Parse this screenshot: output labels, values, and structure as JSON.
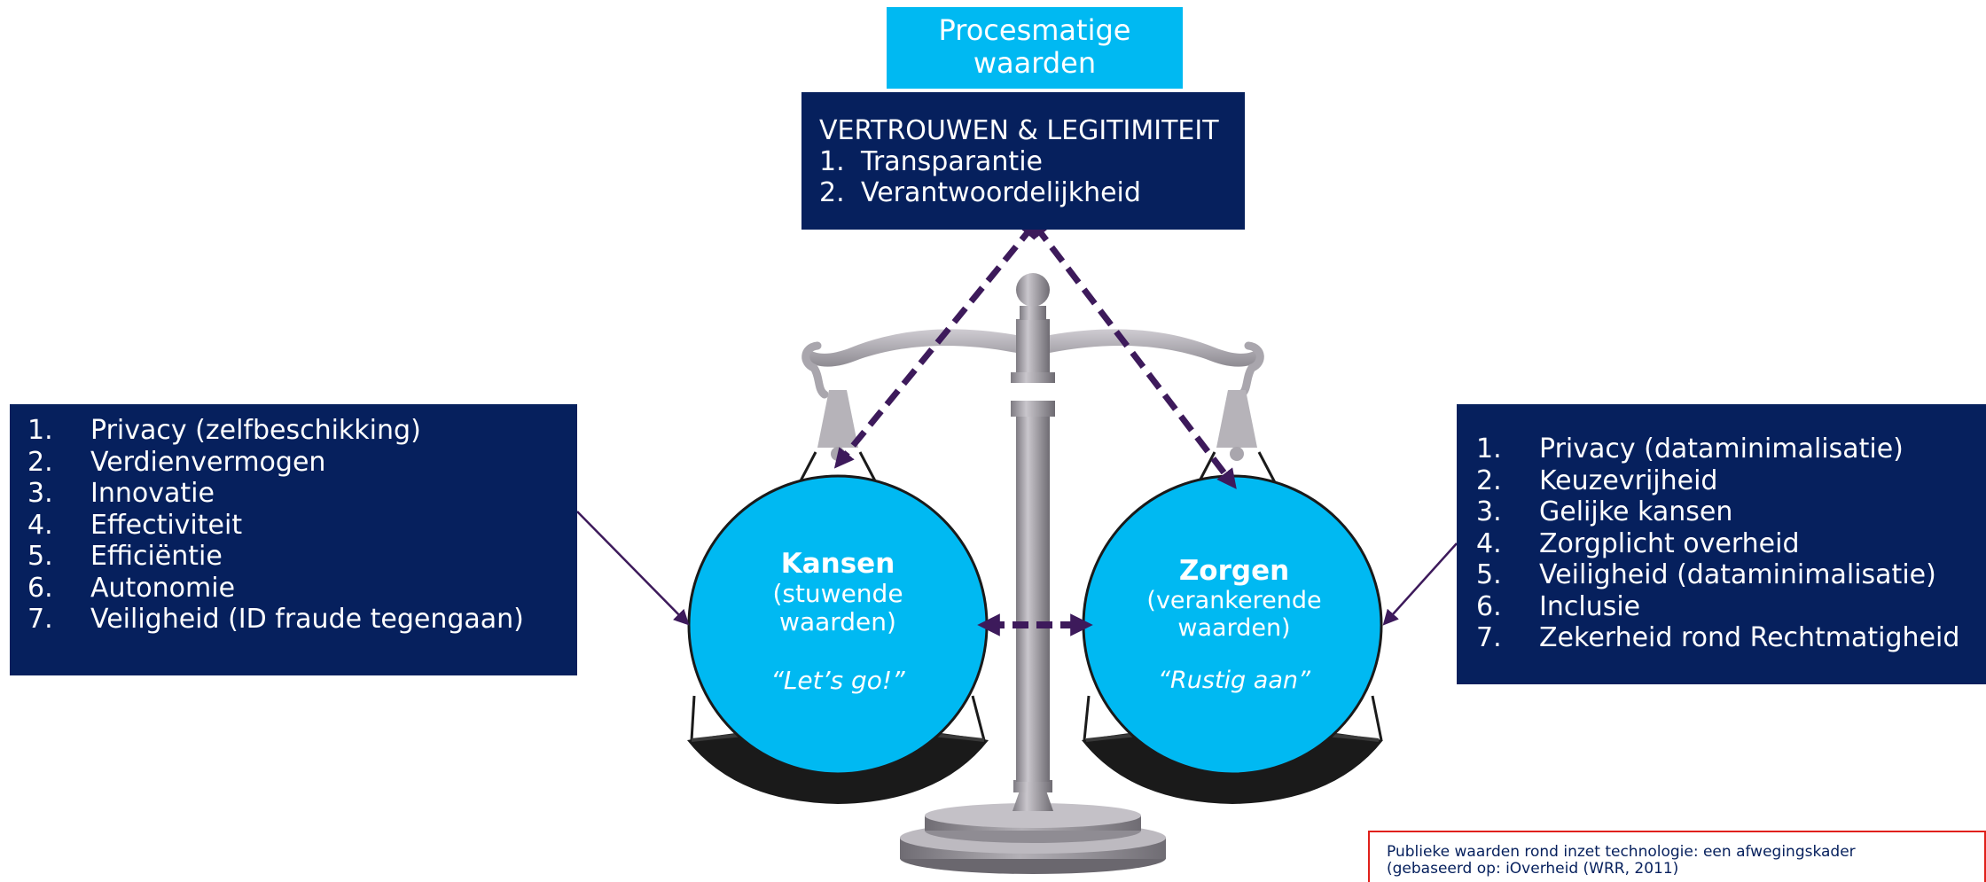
{
  "process_header": {
    "line1": "Procesmatige",
    "line2": "waarden"
  },
  "trust_box": {
    "title": "VERTROUWEN & LEGITIMITEIT",
    "items": [
      {
        "num": "1.",
        "label": "Transparantie"
      },
      {
        "num": "2.",
        "label": "Verantwoordelijkheid"
      }
    ]
  },
  "left_values": {
    "items": [
      {
        "num": "1.",
        "label": "Privacy (zelfbeschikking)"
      },
      {
        "num": "2.",
        "label": "Verdienvermogen"
      },
      {
        "num": "3.",
        "label": "Innovatie"
      },
      {
        "num": "4.",
        "label": "Effectiviteit"
      },
      {
        "num": "5.",
        "label": "Efficiëntie"
      },
      {
        "num": "6.",
        "label": "Autonomie"
      },
      {
        "num": "7.",
        "label": "Veiligheid (ID fraude tegengaan)"
      }
    ]
  },
  "right_values": {
    "items": [
      {
        "num": "1.",
        "label": "Privacy (dataminimalisatie)"
      },
      {
        "num": "2.",
        "label": "Keuzevrijheid"
      },
      {
        "num": "3.",
        "label": "Gelijke kansen"
      },
      {
        "num": "4.",
        "label": "Zorgplicht overheid"
      },
      {
        "num": "5.",
        "label": "Veiligheid (dataminimalisatie)"
      },
      {
        "num": "6.",
        "label": "Inclusie"
      },
      {
        "num": "7.",
        "label": "Zekerheid rond Rechtmatigheid"
      }
    ]
  },
  "kansen": {
    "title": "Kansen",
    "sub1": "(stuwende",
    "sub2": "waarden)",
    "quote": "“Let’s go!”"
  },
  "zorgen": {
    "title": "Zorgen",
    "sub1": "(verankerende",
    "sub2": "waarden)",
    "quote": "“Rustig aan”"
  },
  "source": {
    "line1": "Publieke waarden rond inzet technologie: een afwegingskader",
    "line2": "(gebaseerd op: iOverheid (WRR, 2011)"
  },
  "colors": {
    "navy": "#06205D",
    "cyan": "#00B9F2",
    "arrow_purple": "#3D1A5B",
    "scale_grey": "#A9A6AD",
    "source_border": "#E0201A"
  },
  "icons": {
    "scale": "balance-scale-icon",
    "arrows": "dashed-double-arrow"
  }
}
